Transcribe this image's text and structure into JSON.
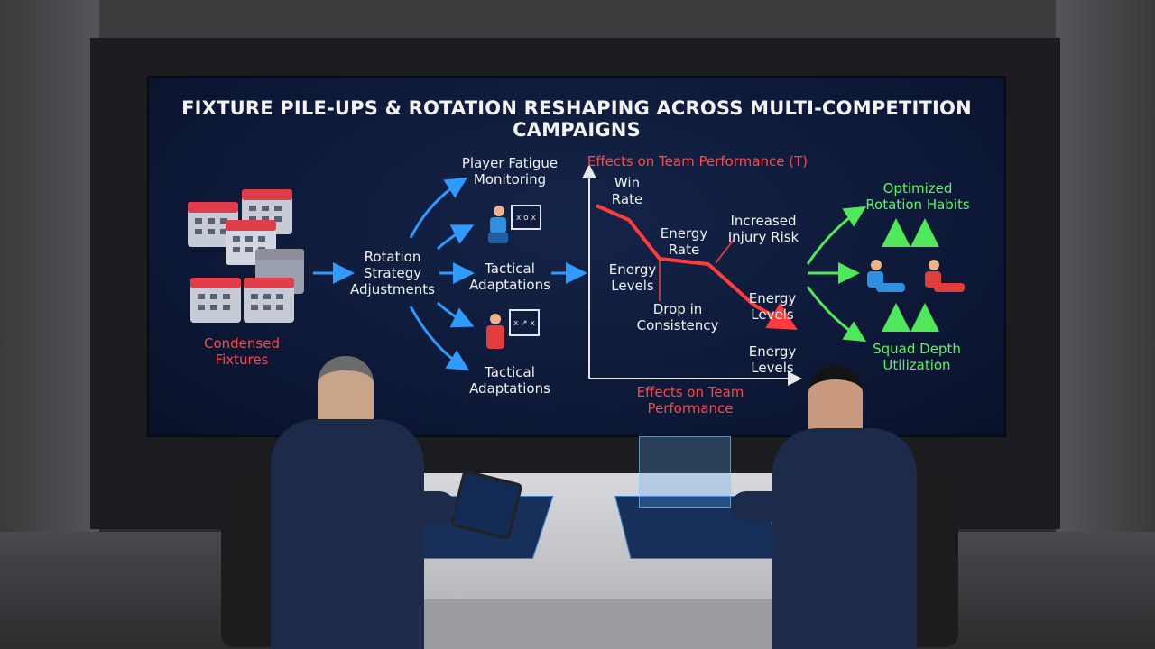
{
  "title": "FIXTURE PILE-UPS & ROTATION RESHAPING ACROSS MULTI-COMPETITION CAMPAIGNS",
  "nodes": {
    "condensed": [
      "Condensed",
      "Fixtures"
    ],
    "rotation": [
      "Rotation",
      "Strategy",
      "Adjustments"
    ],
    "fatigue": [
      "Player Fatigue",
      "Monitoring"
    ],
    "tactical_mid": [
      "Tactical",
      "Adaptations"
    ],
    "tactical_low": [
      "Tactical",
      "Adaptations"
    ]
  },
  "chart": {
    "title": "Effects on Team Performance (T)",
    "xlabel": [
      "Effects on Team",
      "Performance"
    ],
    "annotations": {
      "win_rate": [
        "Win",
        "Rate"
      ],
      "energy_rate": [
        "Energy",
        "Rate"
      ],
      "injury": [
        "Increased",
        "Injury Risk"
      ],
      "energy_levels_left": [
        "Energy",
        "Levels"
      ],
      "drop": [
        "Drop in",
        "Consistency"
      ],
      "energy_levels_right": [
        "Energy",
        "Levels"
      ],
      "energy_levels_bottom": [
        "Energy",
        "Levels"
      ]
    }
  },
  "outcomes": {
    "optimized": [
      "Optimized",
      "Rotation Habits"
    ],
    "squad": [
      "Squad Depth",
      "Utilization"
    ]
  },
  "colors": {
    "accent_blue": "#2f9bff",
    "accent_red": "#ff3b3b",
    "accent_green": "#4ee85a",
    "screen_bg": "#0d1a3a"
  }
}
